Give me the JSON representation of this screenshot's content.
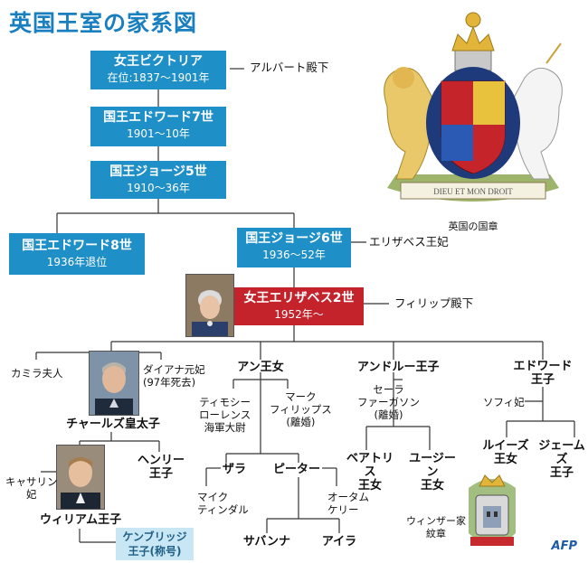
{
  "title": "英国王室の家系図",
  "coat_caption": "英国の国章",
  "windsor_caption": "ウィンザー家\n紋章",
  "afp": "AFP",
  "colors": {
    "monarch": "#1f8fc7",
    "current": "#c4232b",
    "title_box": "#c9e6f5",
    "title_text": "#1a7fbf"
  },
  "boxes": {
    "victoria": {
      "name": "女王ビクトリア",
      "years": "在位:1837〜1901年"
    },
    "edward7": {
      "name": "国王エドワード7世",
      "years": "1901〜10年"
    },
    "george5": {
      "name": "国王ジョージ5世",
      "years": "1910〜36年"
    },
    "edward8": {
      "name": "国王エドワード8世",
      "years": "1936年退位"
    },
    "george6": {
      "name": "国王ジョージ6世",
      "years": "1936〜52年"
    },
    "elizabeth2": {
      "name": "女王エリザベス2世",
      "years": "1952年〜"
    },
    "cambridge": {
      "name": "ケンブリッジ\n王子(称号)"
    }
  },
  "spouses": {
    "albert": "アルバート殿下",
    "queen_mother": "エリザベス王妃",
    "philip": "フィリップ殿下",
    "camilla": "カミラ夫人",
    "diana": "ダイアナ元妃\n(97年死去)",
    "timothy": "ティモシー\nローレンス\n海軍大尉",
    "mark": "マーク\nフィリップス\n(離婚)",
    "sarah": "セーラ\nファーガソン\n(離婚)",
    "sophie": "ソフィ妃",
    "catherine": "キャサリン\n妃",
    "mike": "マイク\nティンダル",
    "autumn": "オータム\nケリー"
  },
  "children": {
    "charles": "チャールズ皇太子",
    "anne": "アン王女",
    "andrew": "アンドルー王子",
    "edward": "エドワード\n王子",
    "william": "ウィリアム王子",
    "henry": "ヘンリー\n王子",
    "zara": "ザラ",
    "peter": "ピーター",
    "beatrice": "ベアトリス\n王女",
    "eugenie": "ユージーン\n王女",
    "louise": "ルイーズ\n王女",
    "james": "ジェームズ\n王子",
    "savannah": "サバンナ",
    "isla": "アイラ"
  },
  "coat_motto": "DIEU ET MON DROIT"
}
